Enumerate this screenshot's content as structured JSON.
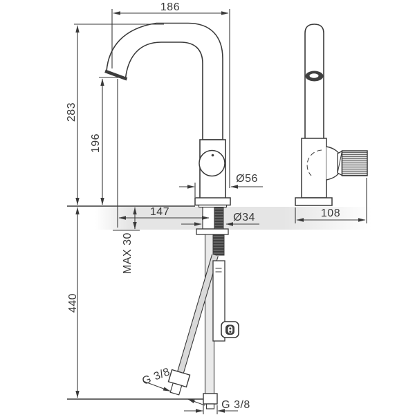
{
  "colors": {
    "line": "#3a3a3a",
    "dark": "#3f3f3f",
    "hose": "#d9d9d9",
    "hose-light": "#eaeaea",
    "band": "#e5e5e5"
  },
  "dimensions": {
    "spout_reach": "186",
    "total_height": "283",
    "spout_height": "196",
    "outlet_offset": "147",
    "base_diameter": "Ø56",
    "shank_diameter": "Ø34",
    "max_deck_thickness": "MAX 30",
    "below_deck_length": "440",
    "side_depth": "108",
    "thread_angled": "G 3/8",
    "thread_bottom": "G 3/8"
  }
}
